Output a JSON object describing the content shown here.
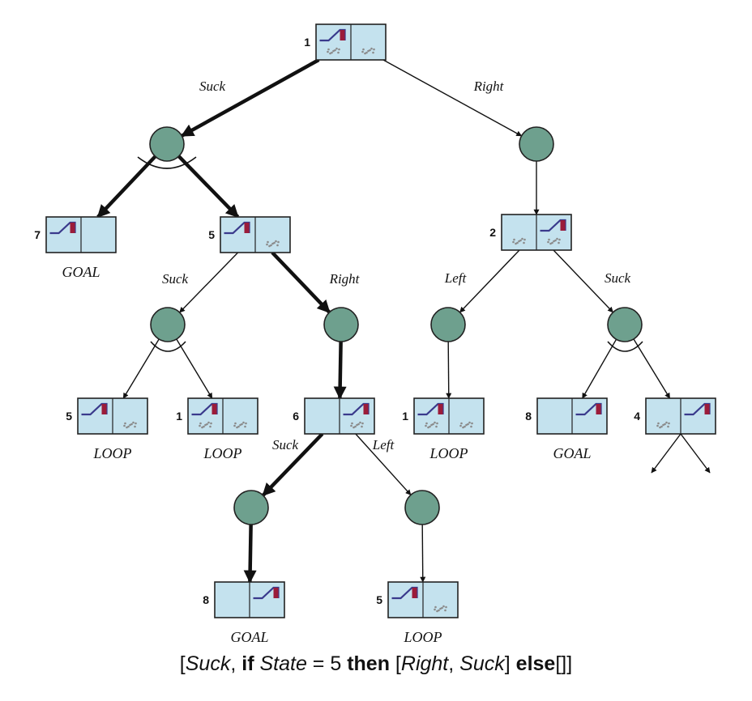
{
  "palette": {
    "state_fill": "#c4e2ee",
    "state_stroke": "#222222",
    "chance_fill": "#6ea08e",
    "vacuum": "#3a3a8c",
    "dirt": "#8a8a8a"
  },
  "states": [
    {
      "id": "n1",
      "num": "1",
      "vac": "L",
      "dirt": "LR",
      "tag": ""
    },
    {
      "id": "n7",
      "num": "7",
      "vac": "L",
      "dirt": "",
      "tag": "GOAL"
    },
    {
      "id": "n5",
      "num": "5",
      "vac": "L",
      "dirt": "R",
      "tag": ""
    },
    {
      "id": "n2",
      "num": "2",
      "vac": "R",
      "dirt": "LR",
      "tag": ""
    },
    {
      "id": "n5b",
      "num": "5",
      "vac": "L",
      "dirt": "R",
      "tag": "LOOP"
    },
    {
      "id": "n1b",
      "num": "1",
      "vac": "L",
      "dirt": "LR",
      "tag": "LOOP"
    },
    {
      "id": "n6",
      "num": "6",
      "vac": "R",
      "dirt": "R",
      "tag": ""
    },
    {
      "id": "n1c",
      "num": "1",
      "vac": "L",
      "dirt": "LR",
      "tag": "LOOP"
    },
    {
      "id": "n8",
      "num": "8",
      "vac": "R",
      "dirt": "",
      "tag": "GOAL"
    },
    {
      "id": "n4",
      "num": "4",
      "vac": "R",
      "dirt": "L",
      "tag": ""
    },
    {
      "id": "n8b",
      "num": "8",
      "vac": "R",
      "dirt": "",
      "tag": "GOAL"
    },
    {
      "id": "n5c",
      "num": "5",
      "vac": "L",
      "dirt": "R",
      "tag": "LOOP"
    }
  ],
  "chance_nodes": [
    "c_suck1",
    "c_right1",
    "c_suck5",
    "c_right5",
    "c_left2",
    "c_suck2",
    "c_suck6",
    "c_left6"
  ],
  "edges": [
    {
      "from": "n1",
      "to": "c_suck1",
      "label": "Suck",
      "bold": true
    },
    {
      "from": "n1",
      "to": "c_right1",
      "label": "Right",
      "bold": false
    },
    {
      "from": "c_suck1",
      "to": "n7",
      "label": "",
      "bold": true
    },
    {
      "from": "c_suck1",
      "to": "n5",
      "label": "",
      "bold": true
    },
    {
      "from": "c_right1",
      "to": "n2",
      "label": "",
      "bold": false
    },
    {
      "from": "n5",
      "to": "c_suck5",
      "label": "Suck",
      "bold": false
    },
    {
      "from": "n5",
      "to": "c_right5",
      "label": "Right",
      "bold": true
    },
    {
      "from": "c_suck5",
      "to": "n5b",
      "label": "",
      "bold": false
    },
    {
      "from": "c_suck5",
      "to": "n1b",
      "label": "",
      "bold": false
    },
    {
      "from": "c_right5",
      "to": "n6",
      "label": "",
      "bold": true
    },
    {
      "from": "n2",
      "to": "c_left2",
      "label": "Left",
      "bold": false
    },
    {
      "from": "n2",
      "to": "c_suck2",
      "label": "Suck",
      "bold": false
    },
    {
      "from": "c_left2",
      "to": "n1c",
      "label": "",
      "bold": false
    },
    {
      "from": "c_suck2",
      "to": "n8",
      "label": "",
      "bold": false
    },
    {
      "from": "c_suck2",
      "to": "n4",
      "label": "",
      "bold": false
    },
    {
      "from": "n6",
      "to": "c_suck6",
      "label": "Suck",
      "bold": true
    },
    {
      "from": "n6",
      "to": "c_left6",
      "label": "Left",
      "bold": false
    },
    {
      "from": "c_suck6",
      "to": "n8b",
      "label": "",
      "bold": true
    },
    {
      "from": "c_left6",
      "to": "n5c",
      "label": "",
      "bold": false
    }
  ],
  "plan": {
    "open": "[",
    "suck1": "Suck",
    "comma": ", ",
    "if": "if",
    "state": "State",
    "equals": " = 5 ",
    "then": "then",
    "inner": " [",
    "right": "Right",
    "comma2": ", ",
    "suck2": "Suck",
    "close_inner": "] ",
    "else": "else",
    "tail": "[]]"
  }
}
